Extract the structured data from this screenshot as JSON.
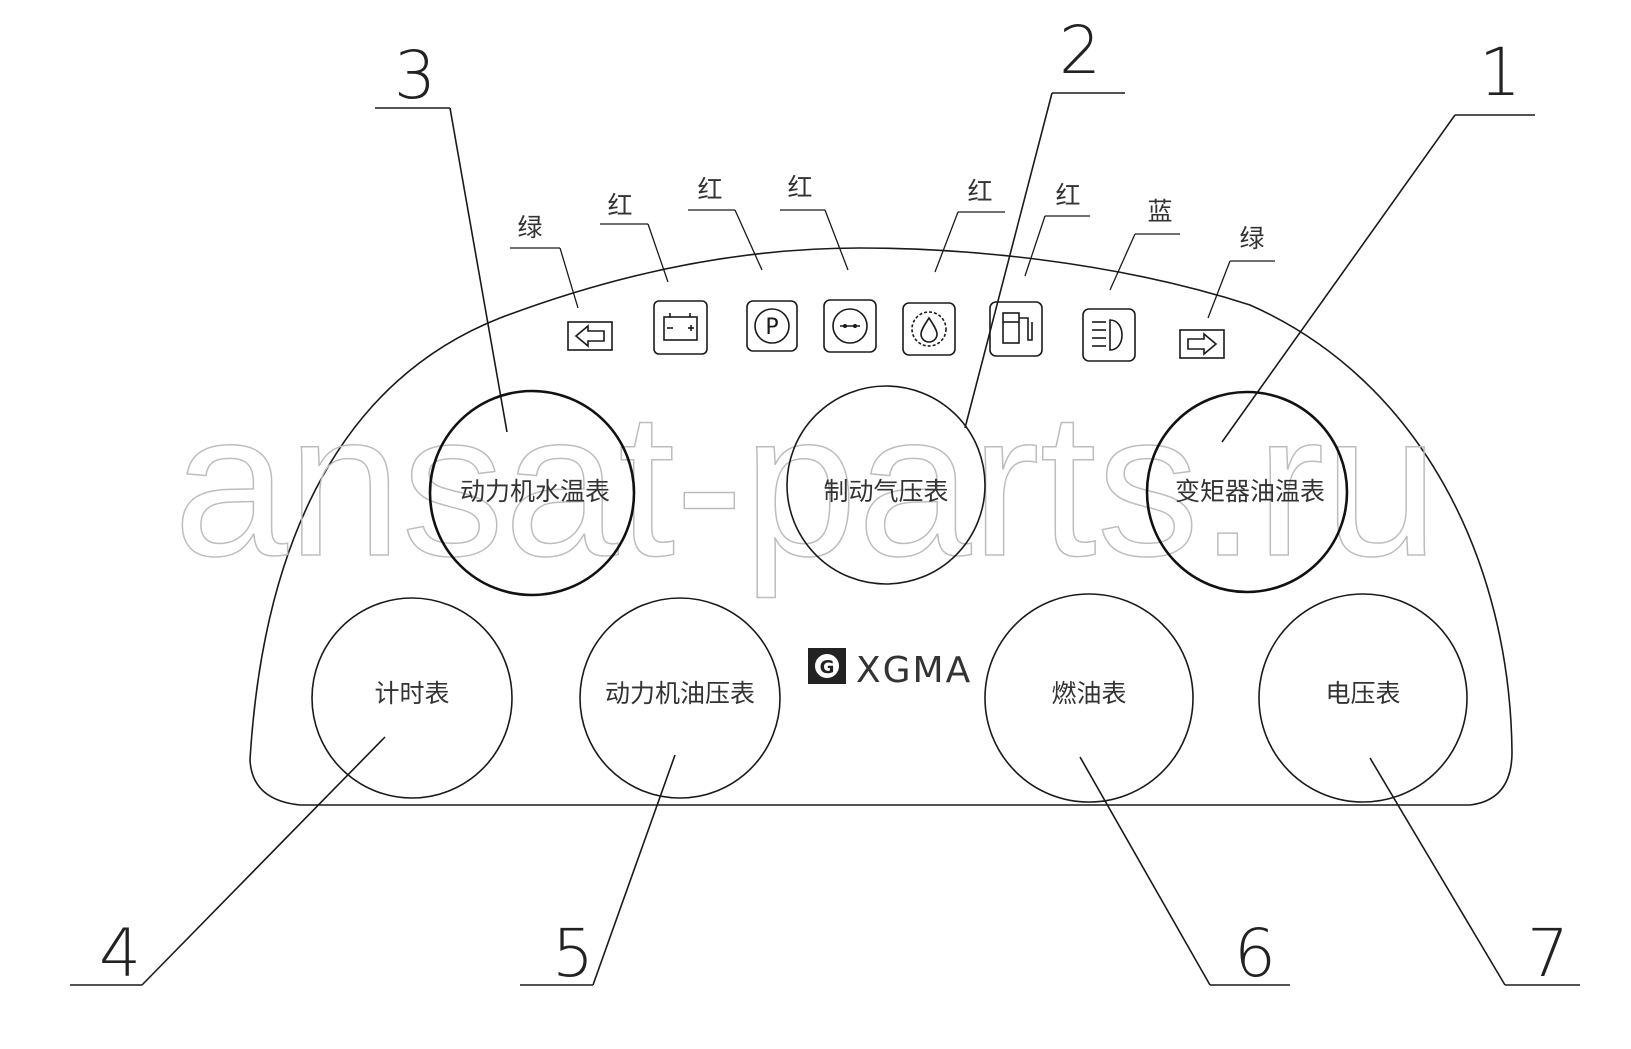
{
  "watermark": "ansat-parts.ru",
  "brand": {
    "name": "XGMA",
    "logo_letter": "G"
  },
  "callout_numbers": {
    "n1": "1",
    "n2": "2",
    "n3": "3",
    "n4": "4",
    "n5": "5",
    "n6": "6",
    "n7": "7"
  },
  "gauges": {
    "water_temp": "动力机水温表",
    "brake_air": "制动气压表",
    "converter_oil_temp": "变矩器油温表",
    "hour_meter": "计时表",
    "engine_oil_pressure": "动力机油压表",
    "fuel": "燃油表",
    "voltmeter": "电压表"
  },
  "indicator_colors": {
    "left_turn": "绿",
    "battery": "红",
    "parking": "红",
    "brake": "红",
    "oil_pressure": "红",
    "fuel_low": "红",
    "high_beam": "蓝",
    "right_turn": "绿"
  },
  "icons": [
    "left-arrow-icon",
    "battery-icon",
    "parking-brake-icon",
    "brake-warning-icon",
    "oil-pressure-icon",
    "fuel-pump-icon",
    "high-beam-icon",
    "right-arrow-icon"
  ]
}
